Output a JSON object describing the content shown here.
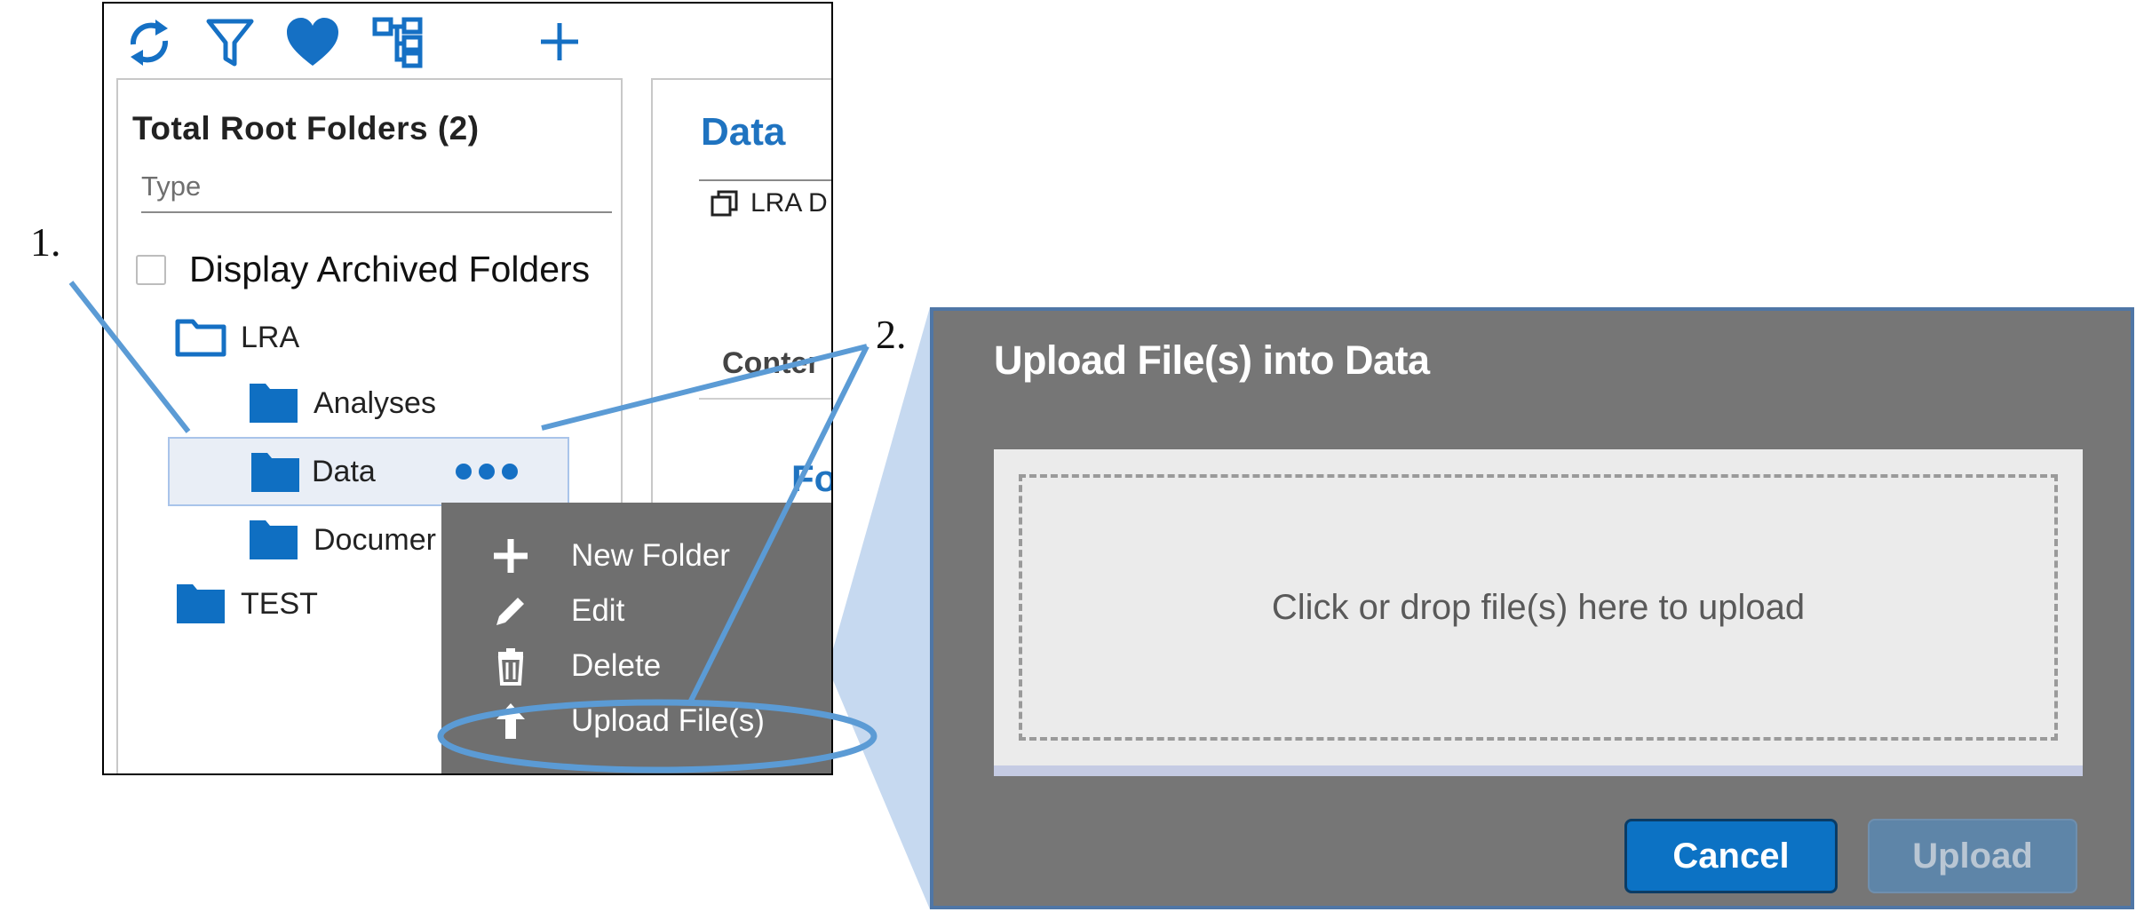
{
  "steps": {
    "step1": "1.",
    "step2": "2."
  },
  "toolbar": {
    "icons": [
      "refresh-icon",
      "filter-icon",
      "favorite-heart-icon",
      "hierarchy-icon",
      "add-icon"
    ]
  },
  "tree": {
    "title": "Total Root Folders (2)",
    "type_placeholder": "Type",
    "archived_label": "Display Archived Folders",
    "items": [
      {
        "label": "LRA"
      },
      {
        "label": "Analyses"
      },
      {
        "label": "Data"
      },
      {
        "label": "Documer"
      },
      {
        "label": "TEST"
      }
    ]
  },
  "content": {
    "title": "Data",
    "row_label": "LRA D",
    "tab_label": "Conter",
    "link_label": "Fo"
  },
  "context_menu": {
    "items": [
      {
        "label": "New Folder",
        "icon": "plus-icon"
      },
      {
        "label": "Edit",
        "icon": "pencil-icon"
      },
      {
        "label": "Delete",
        "icon": "trash-icon"
      },
      {
        "label": "Upload File(s)",
        "icon": "upload-arrow-icon"
      }
    ]
  },
  "dialog": {
    "title": "Upload File(s) into Data",
    "drop_text": "Click or drop file(s) here to upload",
    "cancel_label": "Cancel",
    "upload_label": "Upload"
  },
  "colors": {
    "accent": "#1570c4",
    "menu_bg": "#6f6f6f",
    "dialog_bg": "#767676",
    "annotation": "#5b9bd5",
    "callout_fill": "#c6d9f0"
  }
}
